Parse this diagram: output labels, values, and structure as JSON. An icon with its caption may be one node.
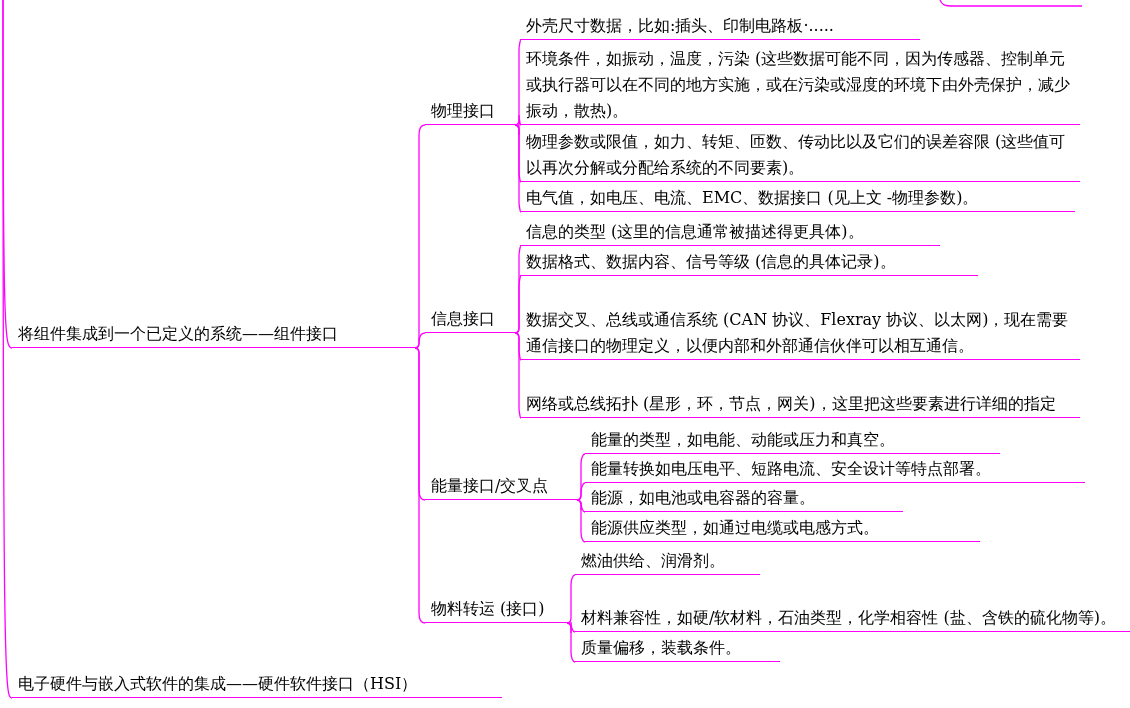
{
  "diagram": {
    "nodes": [
      {
        "text": [
          "将组件集成到一个已定义的系统——组件接口"
        ]
      },
      {
        "text": [
          "物理接口"
        ]
      },
      {
        "text": [
          "外壳尺寸数据，比如:插头、印制电路板·....."
        ]
      },
      {
        "text": [
          "环境条件，如振动，温度，污染 (这些数据可能不同，因为传感器、控制单元或执行器可以在不同的地方实施，或在污染或湿度的环境下由外壳保护，减少振动，散热)。"
        ]
      },
      {
        "text": [
          "物理参数或限值，如力、转矩、匝数、传动比以及它们的误差容限 (这些值可以再次分解或分配给系统的不同要素)。"
        ]
      },
      {
        "text": [
          "电气值，如电压、电流、EMC、数据接口 (见上文 -物理参数)。"
        ]
      },
      {
        "text": [
          "信息接口"
        ]
      },
      {
        "text": [
          "信息的类型 (这里的信息通常被描述得更具体)。"
        ]
      },
      {
        "text": [
          "数据格式、数据内容、信号等级 (信息的具体记录)。"
        ]
      },
      {
        "text": [
          "数据交叉、总线或通信系统 (CAN 协议、Flexray 协议、以太网)，现在需要通信接口的物理定义，以便内部和外部通信伙伴可以相互通信。"
        ]
      },
      {
        "text": [
          "网络或总线拓扑 (星形，环，节点，网关)，这里把这些要素进行详细的指定"
        ]
      },
      {
        "text": [
          "能量接口/交叉点"
        ]
      },
      {
        "text": [
          "能量的类型，如电能、动能或压力和真空。"
        ]
      },
      {
        "text": [
          "能量转换如电压电平、短路电流、安全设计等特点部署。"
        ]
      },
      {
        "text": [
          "能源，如电池或电容器的容量。"
        ]
      },
      {
        "text": [
          "能源供应类型，如通过电缆或电感方式。"
        ]
      },
      {
        "text": [
          "物料转运 (接口)"
        ]
      },
      {
        "text": [
          "燃油供给、润滑剂。"
        ]
      },
      {
        "text": [
          "材料兼容性，如硬/软材料，石油类型，化学相容性 (盐、含铁的硫化物等)。"
        ]
      },
      {
        "text": [
          "质量偏移，装载条件。"
        ]
      },
      {
        "text": [
          "电子硬件与嵌入式软件的集成——硬件软件接口（HSI）"
        ]
      }
    ],
    "edges": [
      {
        "from": null,
        "to": 0,
        "arrow": "none"
      },
      {
        "from": 0,
        "to": 1,
        "arrow": "none"
      },
      {
        "from": 1,
        "to": 2,
        "arrow": "none"
      },
      {
        "from": 1,
        "to": 3,
        "arrow": "none"
      },
      {
        "from": 1,
        "to": 4,
        "arrow": "none"
      },
      {
        "from": 1,
        "to": 5,
        "arrow": "none"
      },
      {
        "from": 0,
        "to": 6,
        "arrow": "none"
      },
      {
        "from": 6,
        "to": 7,
        "arrow": "none"
      },
      {
        "from": 6,
        "to": 8,
        "arrow": "none"
      },
      {
        "from": 6,
        "to": 9,
        "arrow": "none"
      },
      {
        "from": 6,
        "to": 10,
        "arrow": "none"
      },
      {
        "from": 0,
        "to": 11,
        "arrow": "none"
      },
      {
        "from": 11,
        "to": 12,
        "arrow": "none"
      },
      {
        "from": 11,
        "to": 13,
        "arrow": "none"
      },
      {
        "from": 11,
        "to": 14,
        "arrow": "none"
      },
      {
        "from": 11,
        "to": 15,
        "arrow": "none"
      },
      {
        "from": 0,
        "to": 16,
        "arrow": "none"
      },
      {
        "from": 16,
        "to": 17,
        "arrow": "none"
      },
      {
        "from": 16,
        "to": 18,
        "arrow": "none"
      },
      {
        "from": 16,
        "to": 19,
        "arrow": "none"
      },
      {
        "from": null,
        "to": 20,
        "arrow": "none"
      }
    ]
  }
}
